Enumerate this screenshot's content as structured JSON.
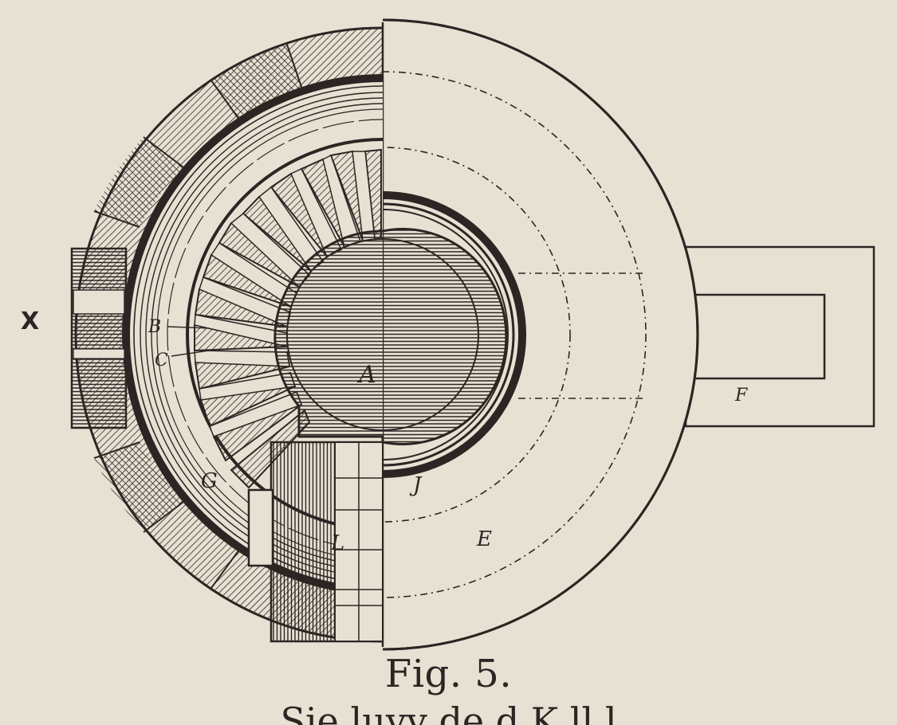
{
  "figure": {
    "caption": "Fig. 5.",
    "cutoff_text": "Sie  luvv   de   d  K  ll  l  ",
    "labels": {
      "X": "X",
      "B": "B",
      "C": "C",
      "A": "A",
      "G": "G",
      "J": "J",
      "L": "L",
      "E": "E",
      "F": "F"
    }
  },
  "colors": {
    "paper": "#e7e1d3",
    "ink": "#2b2623"
  }
}
